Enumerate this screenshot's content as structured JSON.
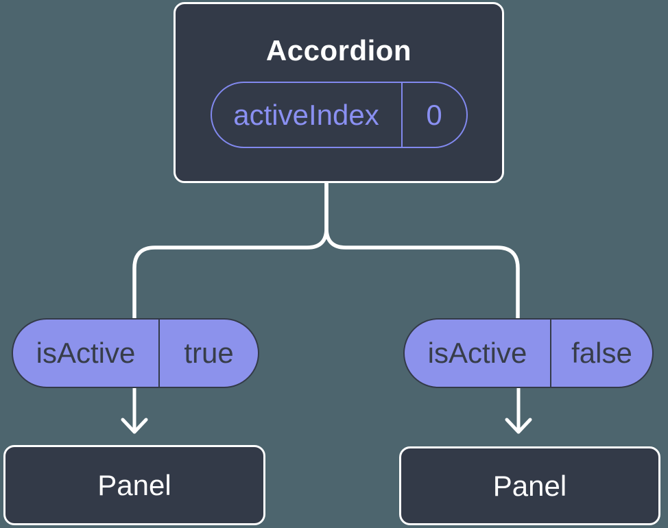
{
  "background_color": "#4d656e",
  "colors": {
    "node_fill": "#333a48",
    "node_border": "#ffffff",
    "pill_fill": "#8c92ec",
    "pill_outline": "#8289ef",
    "pill_dark_text": "#373d49",
    "prop_purple_text": "#8a90f2",
    "connector": "#ffffff"
  },
  "tree": {
    "root": {
      "title": "Accordion",
      "prop": {
        "name": "activeIndex",
        "value": "0"
      }
    },
    "children": [
      {
        "prop": {
          "name": "isActive",
          "value": "true"
        },
        "child_label": "Panel"
      },
      {
        "prop": {
          "name": "isActive",
          "value": "false"
        },
        "child_label": "Panel"
      }
    ]
  }
}
